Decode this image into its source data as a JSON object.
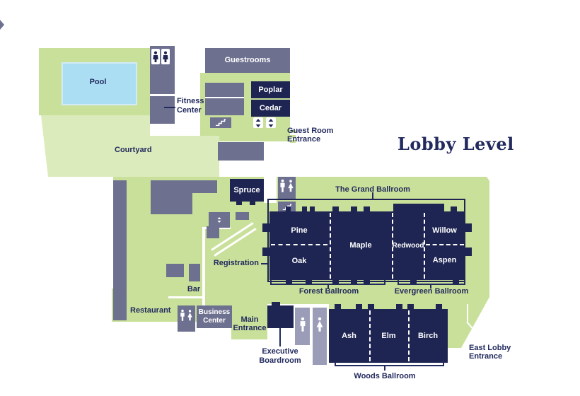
{
  "title": "Lobby Level",
  "colors": {
    "floor_green": "#c9e09a",
    "courtyard_green": "#dcebbc",
    "building_gray": "#6e7090",
    "restroom_gray": "#9b9db8",
    "room_navy": "#1e2553",
    "label_navy": "#222a5e",
    "pool_blue": "#abdef3"
  },
  "icons": {
    "elevator": "elevator-icon",
    "stairs": "stairs-icon",
    "male_restroom": "male-restroom-icon",
    "female_restroom": "female-restroom-icon"
  },
  "labels": {
    "pool": "Pool",
    "guestrooms": "Guestrooms",
    "fitness_center": {
      "l1": "Fitness",
      "l2": "Center"
    },
    "poplar": "Poplar",
    "cedar": "Cedar",
    "guest_room_entrance": {
      "l1": "Guest Room",
      "l2": "Entrance"
    },
    "courtyard": "Courtyard",
    "spruce": "Spruce",
    "grand_ballroom": "The Grand Ballroom",
    "pine": "Pine",
    "oak": "Oak",
    "maple": "Maple",
    "redwood": "Redwood",
    "willow": "Willow",
    "aspen": "Aspen",
    "registration": "Registration",
    "forest_ballroom": "Forest Ballroom",
    "evergreen_ballroom": "Evergreen Ballroom",
    "bar": "Bar",
    "restaurant": "Restaurant",
    "business_center": {
      "l1": "Business",
      "l2": "Center"
    },
    "main_entrance": {
      "l1": "Main",
      "l2": "Entrance"
    },
    "executive_boardroom": {
      "l1": "Executive",
      "l2": "Boardroom"
    },
    "ash": "Ash",
    "elm": "Elm",
    "birch": "Birch",
    "woods_ballroom": "Woods Ballroom",
    "east_lobby_entrance": {
      "l1": "East Lobby",
      "l2": "Entrance"
    }
  }
}
